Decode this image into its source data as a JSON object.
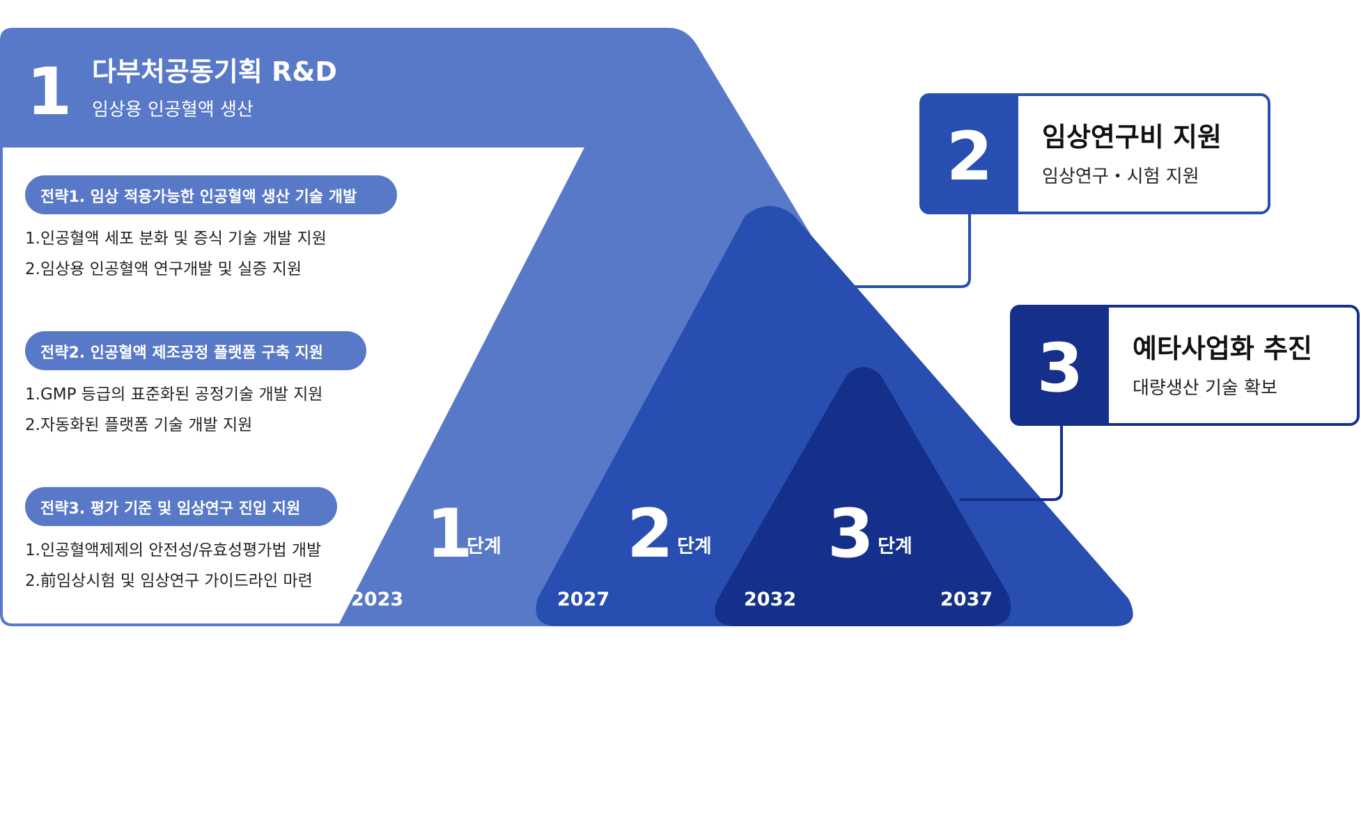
{
  "colors": {
    "light_blue": "#5878C8",
    "mid_blue": "#274EB0",
    "dark_blue": "#14308A",
    "text_dark": "#111111",
    "white": "#FFFFFF"
  },
  "stage1_panel": {
    "number": "1",
    "title": "다부처공동기획 R&D",
    "subtitle": "임상용 인공혈액 생산",
    "strategies": [
      {
        "label": "전략1.  임상 적용가능한 인공혈액 생산 기술 개발",
        "items": [
          "1.인공혈액 세포 분화 및 증식 기술 개발 지원",
          "2.임상용 인공혈액 연구개발 및 실증 지원"
        ]
      },
      {
        "label": "전략2.  인공혈액 제조공정 플랫폼 구축 지원",
        "items": [
          "1.GMP 등급의 표준화된 공정기술 개발 지원",
          "2.자동화된 플랫폼 기술 개발 지원"
        ]
      },
      {
        "label": "전략3.  평가 기준 및 임상연구 진입 지원",
        "items": [
          "1.인공혈액제제의 안전성/유효성평가법 개발",
          "2.前임상시험 및 임상연구 가이드라인 마련"
        ]
      }
    ]
  },
  "stage2_box": {
    "number": "2",
    "title": "임상연구비 지원",
    "subtitle": "임상연구・시험 지원"
  },
  "stage3_box": {
    "number": "3",
    "title": "예타사업화 추진",
    "subtitle": "대량생산 기술 확보"
  },
  "mountains": [
    {
      "number": "1",
      "label": "단계",
      "year": "2023"
    },
    {
      "number": "2",
      "label": "단계",
      "year": "2027"
    },
    {
      "number": "3",
      "label": "단계",
      "year": "2032"
    }
  ],
  "end_year": "2037"
}
